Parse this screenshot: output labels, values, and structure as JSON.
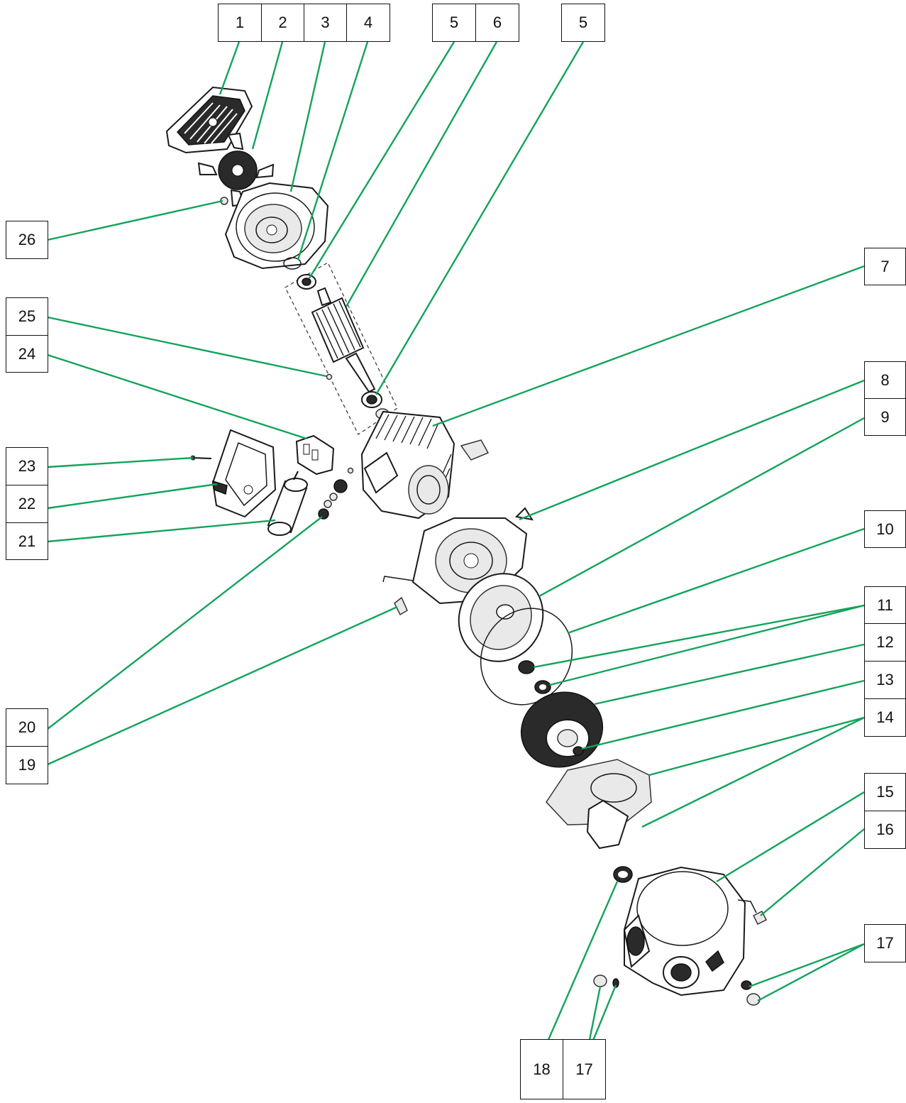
{
  "diagram": {
    "leader_color": "#13a35a",
    "callouts": [
      {
        "key": "c1",
        "label": "1"
      },
      {
        "key": "c2",
        "label": "2"
      },
      {
        "key": "c3",
        "label": "3"
      },
      {
        "key": "c4",
        "label": "4"
      },
      {
        "key": "c5a",
        "label": "5"
      },
      {
        "key": "c6",
        "label": "6"
      },
      {
        "key": "c5b",
        "label": "5"
      },
      {
        "key": "c7",
        "label": "7"
      },
      {
        "key": "c8",
        "label": "8"
      },
      {
        "key": "c9",
        "label": "9"
      },
      {
        "key": "c10",
        "label": "10"
      },
      {
        "key": "c11",
        "label": "11"
      },
      {
        "key": "c12",
        "label": "12"
      },
      {
        "key": "c13",
        "label": "13"
      },
      {
        "key": "c14",
        "label": "14"
      },
      {
        "key": "c15",
        "label": "15"
      },
      {
        "key": "c16",
        "label": "16"
      },
      {
        "key": "c17a",
        "label": "17"
      },
      {
        "key": "c18",
        "label": "18"
      },
      {
        "key": "c17b",
        "label": "17"
      },
      {
        "key": "c19",
        "label": "19"
      },
      {
        "key": "c20",
        "label": "20"
      },
      {
        "key": "c21",
        "label": "21"
      },
      {
        "key": "c22",
        "label": "22"
      },
      {
        "key": "c23",
        "label": "23"
      },
      {
        "key": "c24",
        "label": "24"
      },
      {
        "key": "c25",
        "label": "25"
      },
      {
        "key": "c26",
        "label": "26"
      }
    ]
  }
}
